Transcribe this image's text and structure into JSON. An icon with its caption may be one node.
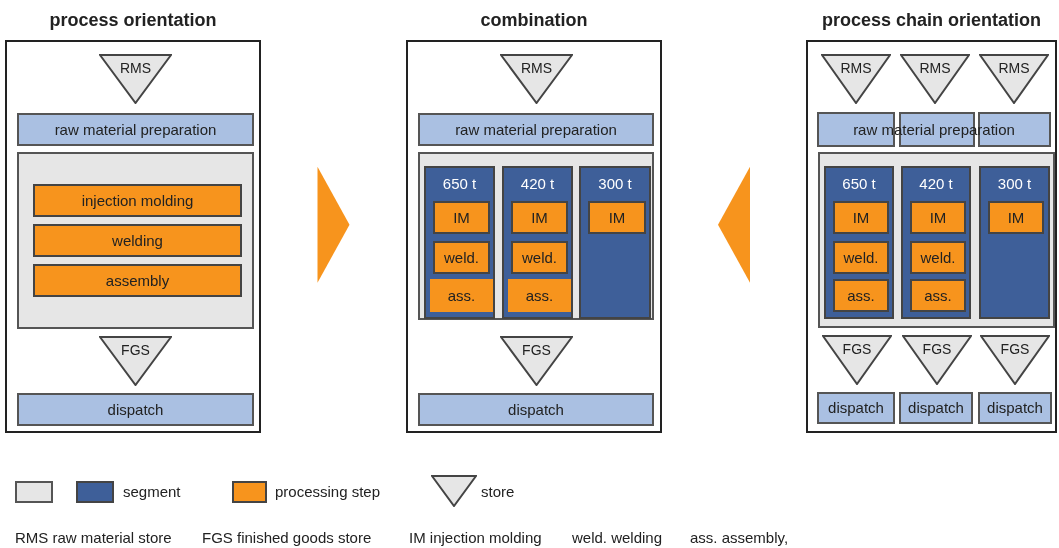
{
  "diagram": {
    "nodes": [
      {
        "text": [
          "process orientation"
        ]
      },
      {
        "text": [
          "RMS"
        ],
        "in": 0
      },
      {
        "text": [
          "raw material preparation"
        ],
        "in": 0
      },
      {
        "text": [],
        "shape": "box",
        "in": 0
      },
      {
        "text": [
          "injection molding"
        ],
        "in": 3
      },
      {
        "text": [
          "welding"
        ],
        "in": 3
      },
      {
        "text": [
          "assembly"
        ],
        "in": 3
      },
      {
        "text": [
          "FGS"
        ],
        "in": 0
      },
      {
        "text": [
          "dispatch"
        ],
        "in": 0
      },
      {
        "text": [
          "combination"
        ]
      },
      {
        "text": [
          "RMS"
        ],
        "in": 9
      },
      {
        "text": [
          "raw material preparation"
        ],
        "in": 9
      },
      {
        "text": [],
        "shape": "box",
        "in": 9
      },
      {
        "text": [
          "650 t"
        ],
        "in": 12
      },
      {
        "text": [
          "IM"
        ],
        "in": 13
      },
      {
        "text": [
          "weld."
        ],
        "in": 13
      },
      {
        "text": [
          "ass."
        ],
        "in": 13
      },
      {
        "text": [
          "420 t"
        ],
        "in": 12
      },
      {
        "text": [
          "IM"
        ],
        "in": 17
      },
      {
        "text": [
          "weld."
        ],
        "in": 17
      },
      {
        "text": [
          "ass."
        ],
        "in": 17
      },
      {
        "text": [
          "300 t"
        ],
        "in": 12
      },
      {
        "text": [
          "IM"
        ],
        "in": 21
      },
      {
        "text": [
          "FGS"
        ],
        "in": 9
      },
      {
        "text": [
          "dispatch"
        ],
        "in": 9
      },
      {
        "text": [
          "process chain orientation"
        ]
      },
      {
        "text": [
          "RMS"
        ],
        "in": 25
      },
      {
        "text": [
          "RMS"
        ],
        "in": 25
      },
      {
        "text": [
          "RMS"
        ],
        "in": 25
      },
      {
        "text": [
          "raw material preparation"
        ],
        "in": 25
      },
      {
        "text": [],
        "shape": "box",
        "in": 25
      },
      {
        "text": [
          "650 t"
        ],
        "in": 30
      },
      {
        "text": [
          "IM"
        ],
        "in": 31
      },
      {
        "text": [
          "weld."
        ],
        "in": 31
      },
      {
        "text": [
          "ass."
        ],
        "in": 31
      },
      {
        "text": [
          "420 t"
        ],
        "in": 30
      },
      {
        "text": [
          "IM"
        ],
        "in": 35
      },
      {
        "text": [
          "weld."
        ],
        "in": 35
      },
      {
        "text": [
          "ass."
        ],
        "in": 35
      },
      {
        "text": [
          "300 t"
        ],
        "in": 30
      },
      {
        "text": [
          "IM"
        ],
        "in": 39
      },
      {
        "text": [
          "FGS"
        ],
        "in": 25
      },
      {
        "text": [
          "FGS"
        ],
        "in": 25
      },
      {
        "text": [
          "FGS"
        ],
        "in": 25
      },
      {
        "text": [
          "dispatch"
        ],
        "in": 25
      },
      {
        "text": [
          "dispatch"
        ],
        "in": 25
      },
      {
        "text": [
          "dispatch"
        ],
        "in": 25
      },
      {
        "text": [],
        "shape": "box"
      }
    ],
    "edges": [
      {
        "from": 0,
        "to": 9,
        "arrow": "to",
        "style": "thick",
        "color": "#f7941d"
      },
      {
        "from": 25,
        "to": 9,
        "arrow": "to",
        "style": "thick",
        "color": "#f7941d"
      }
    ],
    "labels": [
      "RMS raw material store",
      "FGS finished goods store",
      "IM injection molding",
      "weld. welding",
      "ass. assembly,"
    ],
    "legend": [
      {
        "text": "segment",
        "color": "#3e5f99"
      },
      {
        "text": "processing step",
        "color": "#f7941d"
      },
      {
        "text": "store"
      }
    ]
  }
}
